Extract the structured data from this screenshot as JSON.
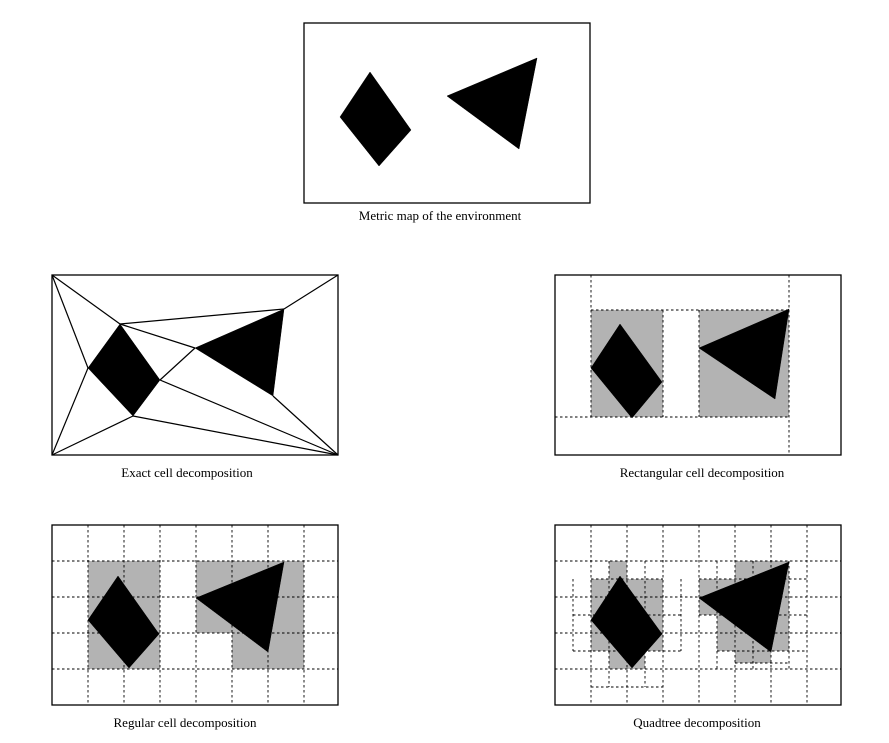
{
  "panels": {
    "metric_map": {
      "caption": "Metric map of the environment"
    },
    "exact": {
      "caption": "Exact cell decomposition"
    },
    "rectangular": {
      "caption": "Rectangular cell decomposition"
    },
    "regular": {
      "caption": "Regular cell decomposition"
    },
    "quadtree": {
      "caption": "Quadtree decomposition"
    }
  },
  "colors": {
    "obstacle": "#000000",
    "occupied_cell": "#b3b3b3",
    "background": "#ffffff"
  }
}
